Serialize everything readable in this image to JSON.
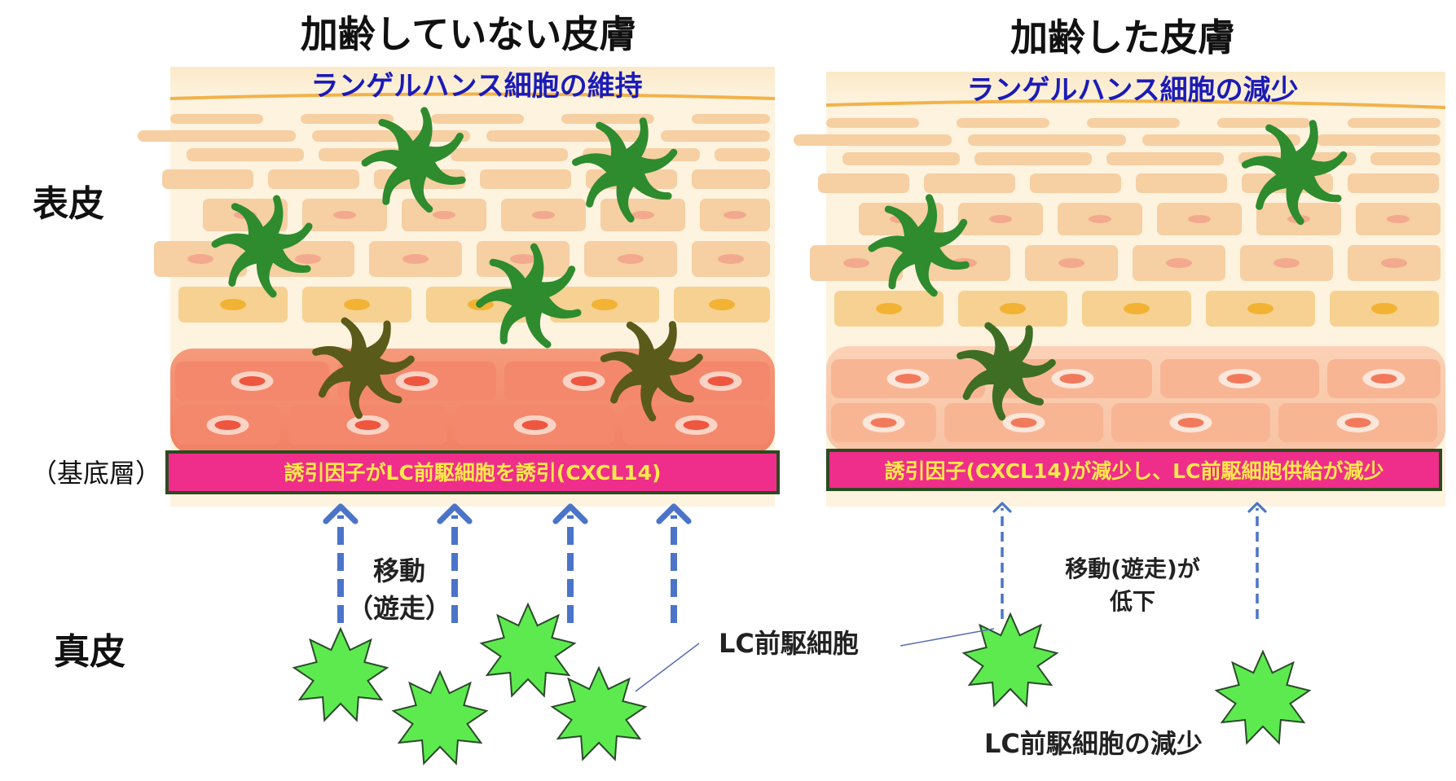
{
  "titles": {
    "left": "加齢していない皮膚",
    "right": "加齢した皮膚"
  },
  "layers": {
    "epidermis": "表皮",
    "basal": "（基底層）",
    "dermis": "真皮"
  },
  "left": {
    "subtitle": "ランゲルハンス細胞の維持",
    "bar_text": "誘引因子がLC前駆細胞を誘引(CXCL14)",
    "migration_line1": "移動",
    "migration_line2": "（遊走）"
  },
  "right": {
    "subtitle": "ランゲルハンス細胞の減少",
    "bar_text": "誘引因子(CXCL14)が減少し、LC前駆細胞供給が減少",
    "migration_line1": "移動(遊走)が",
    "migration_line2": "低下",
    "decrease_label": "LC前駆細胞の減少"
  },
  "precursor_label": "LC前駆細胞",
  "colors": {
    "title_text": "#111111",
    "subtitle_text": "#1b1bb8",
    "bar_fill": "#ef2d8a",
    "bar_text": "#ffe94a",
    "arrow": "#4b74c9",
    "lc_cell": "#2e8b2e",
    "precursor_star": "#5dea4f"
  }
}
